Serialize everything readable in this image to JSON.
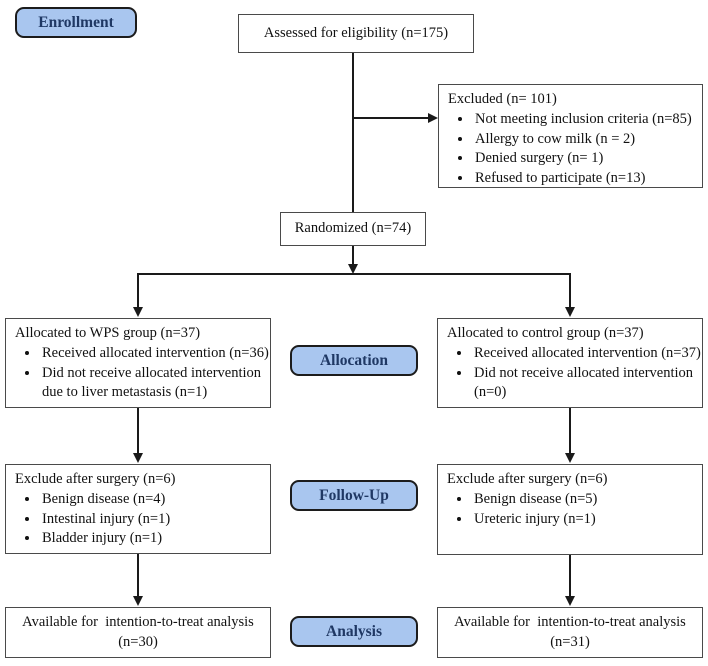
{
  "stages": {
    "enrollment": "Enrollment",
    "allocation": "Allocation",
    "followup": "Follow-Up",
    "analysis": "Analysis",
    "fill_color": "#a9c6ef",
    "text_color": "#1f3864"
  },
  "boxes": {
    "assessed": {
      "text": "Assessed for eligibility (n=175)"
    },
    "excluded": {
      "title": "Excluded (n= 101)",
      "items": [
        "Not meeting inclusion criteria (n=85)",
        "Allergy to cow milk (n = 2)",
        "Denied surgery (n= 1)",
        "Refused to participate (n=13)"
      ]
    },
    "randomized": {
      "text": "Randomized (n=74)"
    },
    "alloc_left": {
      "title": "Allocated to WPS group (n=37)",
      "items": [
        "Received allocated intervention (n=36)",
        "Did not receive allocated intervention due to liver metastasis (n=1)"
      ]
    },
    "alloc_right": {
      "title": "Allocated to control group (n=37)",
      "items": [
        "Received allocated intervention (n=37)",
        "Did not receive allocated intervention (n=0)"
      ]
    },
    "followup_left": {
      "title": "Exclude after surgery (n=6)",
      "items": [
        "Benign disease (n=4)",
        "Intestinal injury (n=1)",
        "Bladder injury (n=1)"
      ]
    },
    "followup_right": {
      "title": "Exclude after surgery (n=6)",
      "items": [
        "Benign disease (n=5)",
        "Ureteric injury (n=1)"
      ]
    },
    "analysis_left": {
      "line1": "Available for  intention-to-treat analysis",
      "line2": "(n=30)"
    },
    "analysis_right": {
      "line1": "Available for  intention-to-treat analysis",
      "line2": "(n=31)"
    }
  }
}
